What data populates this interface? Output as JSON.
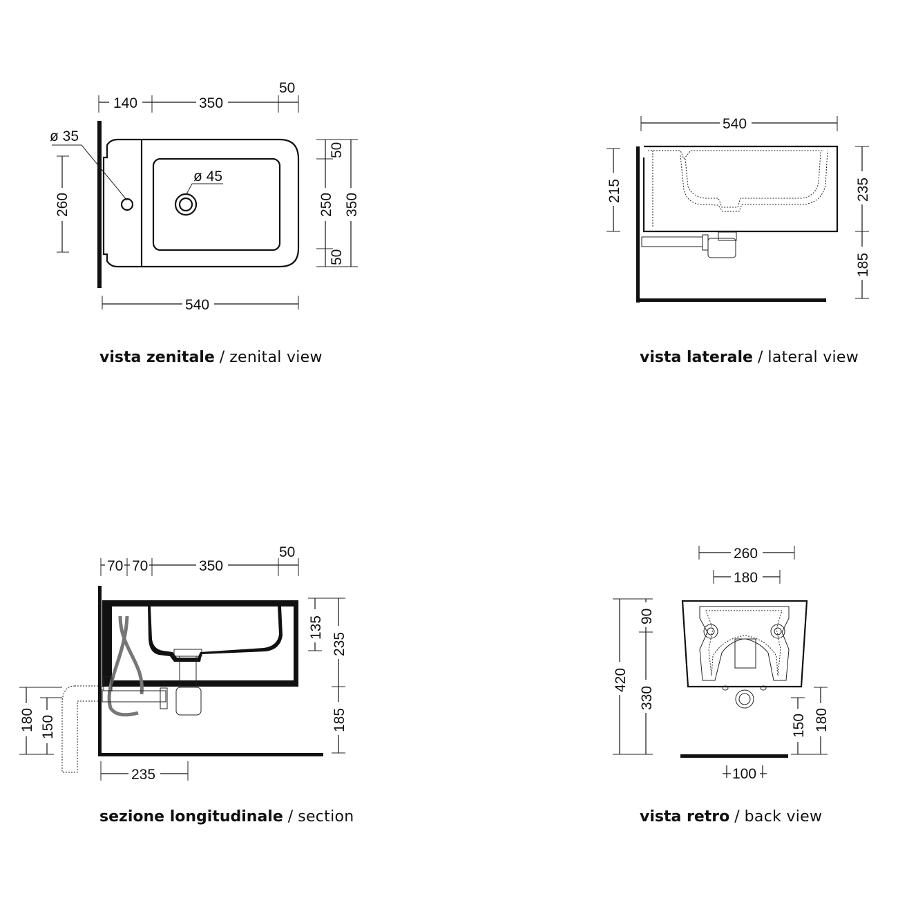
{
  "views": {
    "zenital": {
      "caption_it": "vista zenitale",
      "caption_sep": "/",
      "caption_en": "zenital view",
      "dims": {
        "top_140": "140",
        "top_350": "350",
        "top_50": "50",
        "dia_35": "ø 35",
        "dia_45": "ø 45",
        "left_260": "260",
        "right_50_top": "50",
        "right_250": "250",
        "right_350": "350",
        "right_50_bottom": "50",
        "bottom_540": "540"
      }
    },
    "lateral": {
      "caption_it": "vista laterale",
      "caption_sep": "/",
      "caption_en": "lateral view",
      "dims": {
        "top_540": "540",
        "left_215": "215",
        "right_235": "235",
        "right_185": "185"
      }
    },
    "section": {
      "caption_it": "sezione longitudinale",
      "caption_sep": "/",
      "caption_en": "section",
      "dims": {
        "top_70a": "70",
        "top_70b": "70",
        "top_350": "350",
        "top_50": "50",
        "right_135": "135",
        "right_235": "235",
        "right_185": "185",
        "left_180": "180",
        "left_150": "150",
        "bottom_235": "235"
      }
    },
    "back": {
      "caption_it": "vista retro",
      "caption_sep": "/",
      "caption_en": "back view",
      "dims": {
        "top_260": "260",
        "top_180": "180",
        "left_420": "420",
        "left_90": "90",
        "left_330": "330",
        "right_150": "150",
        "right_180": "180",
        "bottom_100": "100"
      }
    }
  }
}
